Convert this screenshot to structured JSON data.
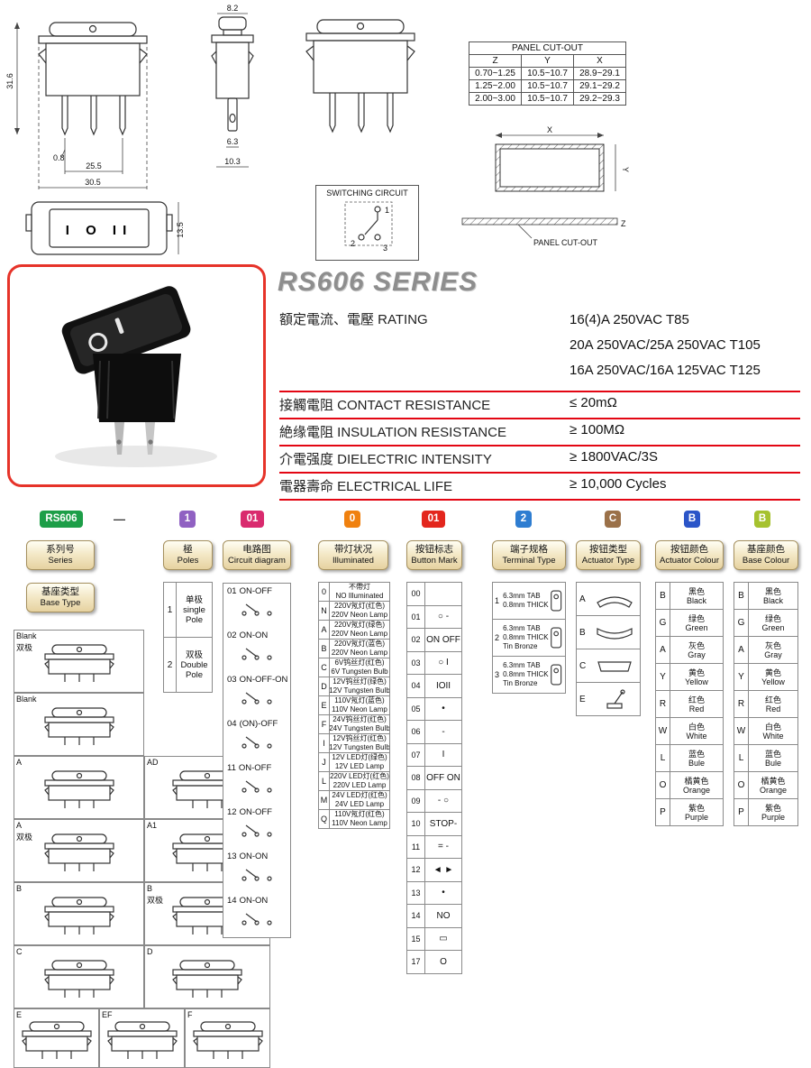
{
  "theme": {
    "accent_red": "#e30613",
    "title_gray": "#8e8e8e",
    "frame_red": "#e63329"
  },
  "doc": {
    "series_title": "RS606 SERIES"
  },
  "drawings": {
    "dim_height": "31.6",
    "dim_pin_offset": "0.8",
    "dim_pin_spacing": "25.5",
    "dim_body_width": "30.5",
    "dim_face_height": "13.5",
    "dim_top_width": "8.2",
    "dim_side_pin": "6.3",
    "dim_side_width": "10.3",
    "rocker_marks": "I O II",
    "switching_circuit_title": "SWITCHING CIRCUIT",
    "terminal_1": "1",
    "terminal_2": "2",
    "terminal_3": "3",
    "panel_cutout_caption": "PANEL CUT-OUT",
    "axis_x": "X",
    "axis_y": "Y",
    "axis_z": "Z"
  },
  "panel_cutout_table": {
    "title": "PANEL CUT-OUT",
    "headers": [
      "Z",
      "Y",
      "X"
    ],
    "rows": [
      [
        "0.70~1.25",
        "10.5~10.7",
        "28.9~29.1"
      ],
      [
        "1.25~2.00",
        "10.5~10.7",
        "29.1~29.2"
      ],
      [
        "2.00~3.00",
        "10.5~10.7",
        "29.2~29.3"
      ]
    ]
  },
  "ratings": {
    "rows": [
      {
        "label": "額定電流、電壓 RATING",
        "values": [
          "16(4)A 250VAC T85",
          "20A 250VAC/25A 250VAC T105",
          "16A 250VAC/16A 125VAC T125"
        ]
      },
      {
        "label": "接觸電阻 CONTACT RESISTANCE",
        "values": [
          "≤ 20mΩ"
        ]
      },
      {
        "label": "絶缘電阻 INSULATION RESISTANCE",
        "values": [
          "≥ 100MΩ"
        ]
      },
      {
        "label": "介電强度 DIELECTRIC INTENSITY",
        "values": [
          "≥ 1800VAC/3S"
        ]
      },
      {
        "label": "電器壽命 ELECTRICAL LIFE",
        "values": [
          "≥ 10,000 Cycles"
        ]
      }
    ]
  },
  "ordering": {
    "separator": "—",
    "badges": [
      {
        "code": "RS606",
        "color": "#1d9e48"
      },
      {
        "code": "1",
        "color": "#9061c2"
      },
      {
        "code": "01",
        "color": "#d92a6e"
      },
      {
        "code": "0",
        "color": "#f0810f"
      },
      {
        "code": "01",
        "color": "#e3261d"
      },
      {
        "code": "2",
        "color": "#2e7dd1"
      },
      {
        "code": "C",
        "color": "#9b7149"
      },
      {
        "code": "B",
        "color": "#2b55c8"
      },
      {
        "code": "B",
        "color": "#a6c22f"
      }
    ],
    "labels": [
      {
        "zh": "系列号",
        "en": "Series"
      },
      {
        "zh": "極",
        "en": "Poles"
      },
      {
        "zh": "电路图",
        "en": "Circuit diagram"
      },
      {
        "zh": "带灯状况",
        "en": "Illuminated"
      },
      {
        "zh": "按钮标志",
        "en": "Button Mark"
      },
      {
        "zh": "端子规格",
        "en": "Terminal Type"
      },
      {
        "zh": "按钮类型",
        "en": "Actuator Type"
      },
      {
        "zh": "按钮颜色",
        "en": "Actuator Colour"
      },
      {
        "zh": "基座颜色",
        "en": "Base Colour"
      }
    ]
  },
  "base_type": {
    "header_zh": "基座类型",
    "header_en": "Base Type",
    "cells": [
      {
        "label": "Blank",
        "sub": "双极"
      },
      {
        "label": "Blank",
        "sub": ""
      },
      {
        "label": "A",
        "sub": ""
      },
      {
        "label": "AD",
        "sub": ""
      },
      {
        "label": "A",
        "sub": "双极"
      },
      {
        "label": "A1",
        "sub": ""
      },
      {
        "label": "B",
        "sub": ""
      },
      {
        "label": "B",
        "sub": "双极"
      },
      {
        "label": "C",
        "sub": ""
      },
      {
        "label": "D",
        "sub": ""
      },
      {
        "label": "E",
        "sub": ""
      },
      {
        "label": "EF",
        "sub": ""
      },
      {
        "label": "F",
        "sub": ""
      }
    ]
  },
  "poles": {
    "options": [
      {
        "code": "1",
        "zh": "单极",
        "en": "single Pole"
      },
      {
        "code": "2",
        "zh": "双极",
        "en": "Double Pole"
      }
    ]
  },
  "circuit_diagram": {
    "options": [
      {
        "code": "01",
        "label": "ON-OFF"
      },
      {
        "code": "02",
        "label": "ON-ON"
      },
      {
        "code": "03",
        "label": "ON-OFF-ON"
      },
      {
        "code": "04",
        "label": "(ON)-OFF"
      },
      {
        "code": "11",
        "label": "ON-OFF"
      },
      {
        "code": "12",
        "label": "ON-OFF"
      },
      {
        "code": "13",
        "label": "ON-ON"
      },
      {
        "code": "14",
        "label": "ON-ON"
      }
    ]
  },
  "illuminated": {
    "options": [
      {
        "code": "0",
        "zh": "不帶灯",
        "en": "NO Illuminated"
      },
      {
        "code": "N",
        "zh": "220V氖灯(红色)",
        "en": "220V Neon Lamp"
      },
      {
        "code": "A",
        "zh": "220V氖灯(绿色)",
        "en": "220V Neon Lamp"
      },
      {
        "code": "B",
        "zh": "220V氖灯(蓝色)",
        "en": "220V Neon Lamp"
      },
      {
        "code": "C",
        "zh": "6V钨丝灯(红色)",
        "en": "6V Tungsten Bulb"
      },
      {
        "code": "D",
        "zh": "12V钨丝灯(绿色)",
        "en": "12V Tungsten Bulb"
      },
      {
        "code": "E",
        "zh": "110V氖灯(蓝色)",
        "en": "110V Neon Lamp"
      },
      {
        "code": "F",
        "zh": "24V钨丝灯(红色)",
        "en": "24V Tungsten Bulb"
      },
      {
        "code": "I",
        "zh": "12V钨丝灯(红色)",
        "en": "12V Tungsten Bulb"
      },
      {
        "code": "J",
        "zh": "12V LED灯(绿色)",
        "en": "12V LED Lamp"
      },
      {
        "code": "L",
        "zh": "220V LED灯(红色)",
        "en": "220V LED Lamp"
      },
      {
        "code": "M",
        "zh": "24V LED灯(红色)",
        "en": "24V LED Lamp"
      },
      {
        "code": "Q",
        "zh": "110V氖灯(红色)",
        "en": "110V Neon Lamp"
      }
    ]
  },
  "button_mark": {
    "options": [
      {
        "code": "00",
        "mark": ""
      },
      {
        "code": "01",
        "mark": "○ -"
      },
      {
        "code": "02",
        "mark": "ON OFF"
      },
      {
        "code": "03",
        "mark": "○ I"
      },
      {
        "code": "04",
        "mark": "IOII"
      },
      {
        "code": "05",
        "mark": "•"
      },
      {
        "code": "06",
        "mark": "-"
      },
      {
        "code": "07",
        "mark": "I"
      },
      {
        "code": "08",
        "mark": "OFF ON"
      },
      {
        "code": "09",
        "mark": "- ○"
      },
      {
        "code": "10",
        "mark": "STOP-"
      },
      {
        "code": "11",
        "mark": "= -"
      },
      {
        "code": "12",
        "mark": "◄ ►"
      },
      {
        "code": "13",
        "mark": "•"
      },
      {
        "code": "14",
        "mark": "NO"
      },
      {
        "code": "15",
        "mark": "▭"
      },
      {
        "code": "17",
        "mark": "O"
      }
    ]
  },
  "terminal_type": {
    "options": [
      {
        "code": "1",
        "line1": "6.3mm TAB",
        "line2": "0.8mm THICK",
        "line3": ""
      },
      {
        "code": "2",
        "line1": "6.3mm TAB",
        "line2": "0.8mm THICK",
        "line3": "Tin Bronze"
      },
      {
        "code": "3",
        "line1": "6.3mm TAB",
        "line2": "0.8mm THICK",
        "line3": "Tin Bronze"
      }
    ]
  },
  "actuator_type": {
    "options": [
      {
        "code": "A",
        "shape": "convex"
      },
      {
        "code": "B",
        "shape": "concave"
      },
      {
        "code": "C",
        "shape": "flat"
      },
      {
        "code": "E",
        "shape": "lever"
      }
    ]
  },
  "actuator_colour": {
    "options": [
      {
        "code": "B",
        "zh": "黑色",
        "en": "Black"
      },
      {
        "code": "G",
        "zh": "绿色",
        "en": "Green"
      },
      {
        "code": "A",
        "zh": "灰色",
        "en": "Gray"
      },
      {
        "code": "Y",
        "zh": "黄色",
        "en": "Yellow"
      },
      {
        "code": "R",
        "zh": "红色",
        "en": "Red"
      },
      {
        "code": "W",
        "zh": "白色",
        "en": "White"
      },
      {
        "code": "L",
        "zh": "蓝色",
        "en": "Bule"
      },
      {
        "code": "O",
        "zh": "橘黄色",
        "en": "Orange"
      },
      {
        "code": "P",
        "zh": "紫色",
        "en": "Purple"
      }
    ]
  },
  "base_colour": {
    "options": [
      {
        "code": "B",
        "zh": "黑色",
        "en": "Black"
      },
      {
        "code": "G",
        "zh": "绿色",
        "en": "Green"
      },
      {
        "code": "A",
        "zh": "灰色",
        "en": "Gray"
      },
      {
        "code": "Y",
        "zh": "黄色",
        "en": "Yellow"
      },
      {
        "code": "R",
        "zh": "红色",
        "en": "Red"
      },
      {
        "code": "W",
        "zh": "白色",
        "en": "White"
      },
      {
        "code": "L",
        "zh": "蓝色",
        "en": "Bule"
      },
      {
        "code": "O",
        "zh": "橘黄色",
        "en": "Orange"
      },
      {
        "code": "P",
        "zh": "紫色",
        "en": "Purple"
      }
    ]
  }
}
